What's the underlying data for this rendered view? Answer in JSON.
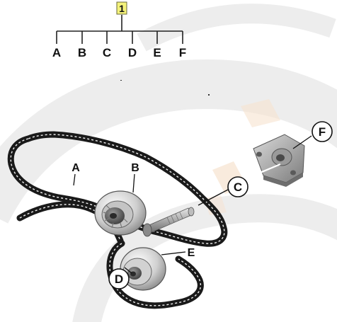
{
  "diagram": {
    "part_number": "1",
    "tree_letters": [
      "A",
      "B",
      "C",
      "D",
      "E",
      "F"
    ],
    "callouts": {
      "a": "A",
      "b": "B",
      "c": "C",
      "d": "D",
      "e": "E",
      "f": "F"
    },
    "colors": {
      "belt": "#1a1a1a",
      "pulley_rim": "#cfcfcf",
      "metal_dark": "#6e6e6e",
      "highlight_box": "#f4f27a"
    }
  }
}
